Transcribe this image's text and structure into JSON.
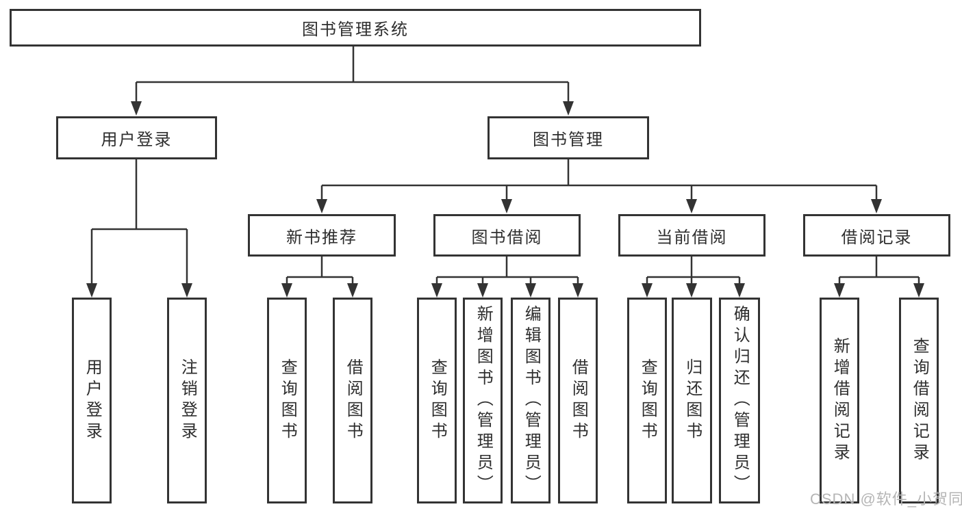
{
  "colors": {
    "line": "#333333",
    "box_border": "#333333",
    "text": "#2e2e2e",
    "watermark": "#b5b5b5",
    "background": "#ffffff"
  },
  "watermark": {
    "text": "CSDN @软件_小贺同学"
  },
  "tree": {
    "root": {
      "label": "图书管理系统"
    },
    "children": [
      {
        "label": "用户登录",
        "children": [
          {
            "label": "用户登录"
          },
          {
            "label": "注销登录"
          }
        ]
      },
      {
        "label": "图书管理",
        "children": [
          {
            "label": "新书推荐",
            "children": [
              {
                "label": "查询图书"
              },
              {
                "label": "借阅图书"
              }
            ]
          },
          {
            "label": "图书借阅",
            "children": [
              {
                "label": "查询图书"
              },
              {
                "label": "新增图书（管理员）"
              },
              {
                "label": "编辑图书（管理员）"
              },
              {
                "label": "借阅图书"
              }
            ]
          },
          {
            "label": "当前借阅",
            "children": [
              {
                "label": "查询图书"
              },
              {
                "label": "归还图书"
              },
              {
                "label": "确认归还（管理员）"
              }
            ]
          },
          {
            "label": "借阅记录",
            "children": [
              {
                "label": "新增借阅记录"
              },
              {
                "label": "查询借阅记录"
              }
            ]
          }
        ]
      }
    ]
  }
}
